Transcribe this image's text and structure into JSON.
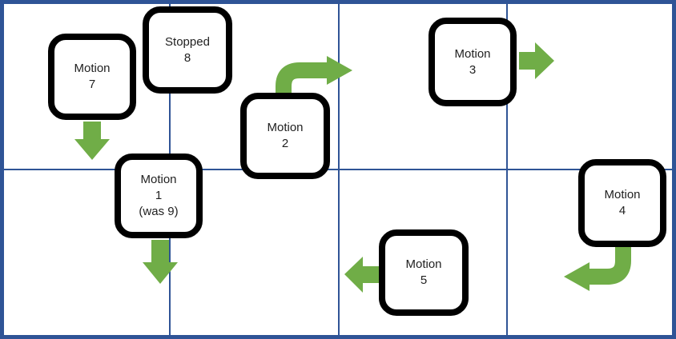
{
  "palette": {
    "grid_border": "#2F5496",
    "arrow_green": "#70AD47",
    "node_border": "#000000",
    "node_fill": "#FFFFFF",
    "text": "#1F1F1F"
  },
  "grid": {
    "columns": 4,
    "rows": 2
  },
  "nodes": [
    {
      "id": "motion-7",
      "label": "Motion\n7"
    },
    {
      "id": "stopped-8",
      "label": "Stopped\n8"
    },
    {
      "id": "motion-2",
      "label": "Motion\n2"
    },
    {
      "id": "motion-3",
      "label": "Motion\n3"
    },
    {
      "id": "motion-1",
      "label": "Motion\n1\n(was 9)"
    },
    {
      "id": "motion-5",
      "label": "Motion\n5"
    },
    {
      "id": "motion-4",
      "label": "Motion\n4"
    }
  ],
  "arrows": [
    {
      "attached_to": "Motion 7",
      "direction": "down"
    },
    {
      "attached_to": "Motion 2",
      "direction": "up-then-right"
    },
    {
      "attached_to": "Motion 3",
      "direction": "right"
    },
    {
      "attached_to": "Motion 1",
      "direction": "down"
    },
    {
      "attached_to": "Motion 5",
      "direction": "left"
    },
    {
      "attached_to": "Motion 4",
      "direction": "down-then-left"
    }
  ]
}
